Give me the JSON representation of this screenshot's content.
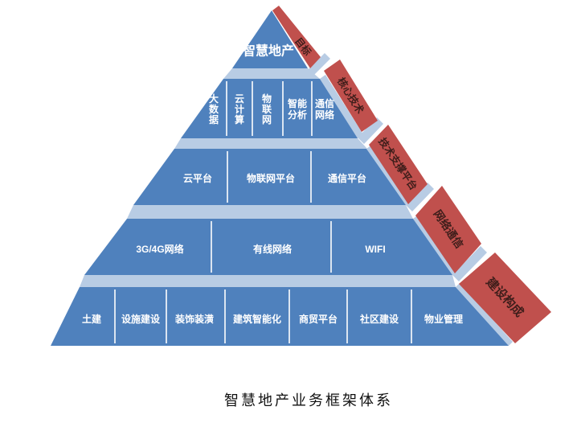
{
  "title": "智慧地产业务框架体系",
  "colors": {
    "face_blue": "#4f81bd",
    "strip_light_blue": "#b8cce4",
    "ribbon_red": "#c0504d",
    "level_text": "#ffffff",
    "ribbon_text": "#3f1e1b",
    "title_text": "#111111"
  },
  "pyramid": {
    "levels": [
      {
        "ribbon": "目标",
        "items": [
          "智慧地产"
        ]
      },
      {
        "ribbon": "核心技术",
        "items": [
          "大数据",
          "云计算",
          "物联网",
          "智能分析",
          "通信网络"
        ]
      },
      {
        "ribbon": "技术支撑平台",
        "items": [
          "云平台",
          "物联网平台",
          "通信平台"
        ]
      },
      {
        "ribbon": "网络通信",
        "items": [
          "3G/4G网络",
          "有线网络",
          "WIFI"
        ]
      },
      {
        "ribbon": "建设构成",
        "items": [
          "土建",
          "设施建设",
          "装饰装潢",
          "建筑智能化",
          "商贸平台",
          "社区建设",
          "物业管理"
        ]
      }
    ]
  }
}
